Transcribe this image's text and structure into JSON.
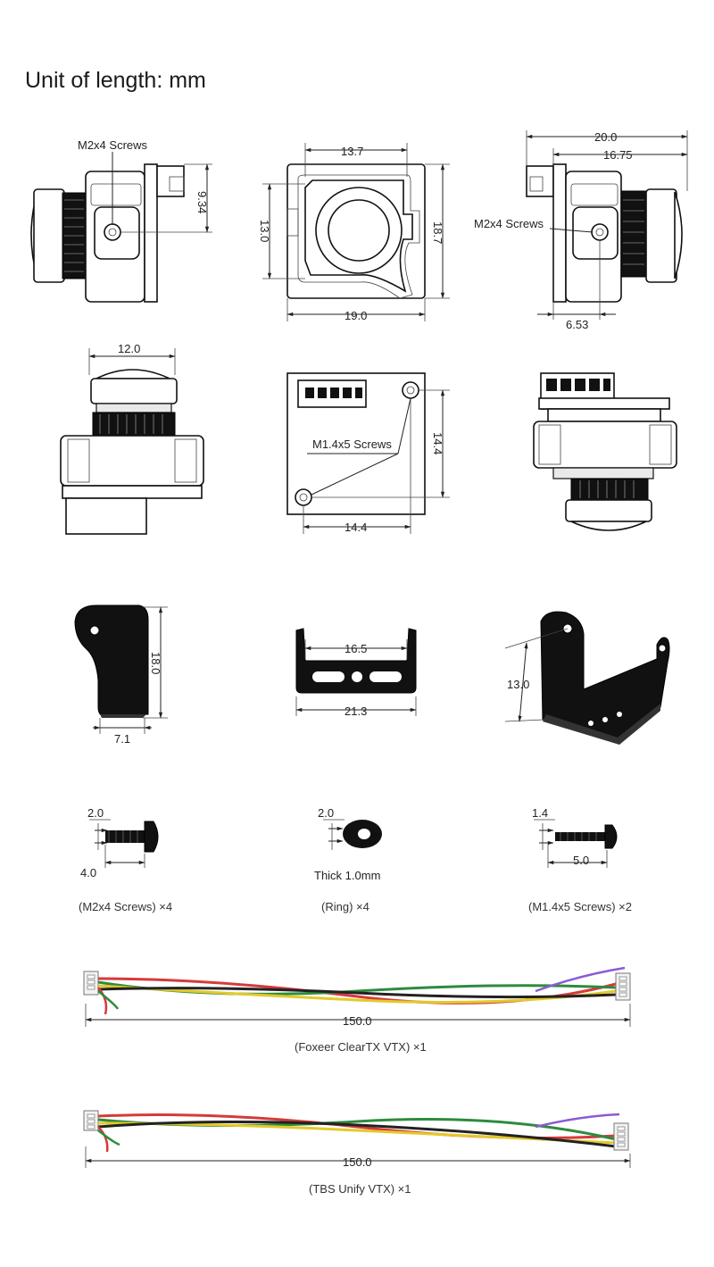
{
  "title": "Unit of length: mm",
  "views": {
    "side_left": {
      "screw_label": "M2x4 Screws",
      "height": "9.34"
    },
    "front": {
      "width_top": "13.7",
      "height_left": "13.0",
      "height_right": "18.7",
      "width_bottom": "19.0"
    },
    "side_right": {
      "width_total": "20.0",
      "width_mid": "16.75",
      "screw_label": "M2x4 Screws",
      "offset": "6.53"
    },
    "top": {
      "lens_width": "12.0"
    },
    "back": {
      "screw_label": "M1.4x5 Screws",
      "hole_vertical": "14.4",
      "hole_horizontal": "14.4"
    }
  },
  "brackets": {
    "clip": {
      "height": "18.0",
      "width": "7.1"
    },
    "u_flat": {
      "inner": "16.5",
      "outer": "21.3"
    },
    "u_bracket": {
      "height": "13.0"
    }
  },
  "accessories": {
    "m2_screw": {
      "head": "2.0",
      "length": "4.0",
      "caption": "(M2x4 Screws) ×4"
    },
    "ring": {
      "dia": "2.0",
      "note": "Thick 1.0mm",
      "caption": "(Ring) ×4"
    },
    "m14_screw": {
      "head": "1.4",
      "length": "5.0",
      "caption": "(M1.4x5 Screws) ×2"
    }
  },
  "cables": [
    {
      "length": "150.0",
      "caption": "(Foxeer ClearTX VTX) ×1"
    },
    {
      "length": "150.0",
      "caption": "(TBS Unify VTX) ×1"
    }
  ],
  "colors": {
    "wire": [
      "#d63a3a",
      "#2e8b3e",
      "#e3c92a",
      "#222222",
      "#8a5bd6"
    ]
  }
}
